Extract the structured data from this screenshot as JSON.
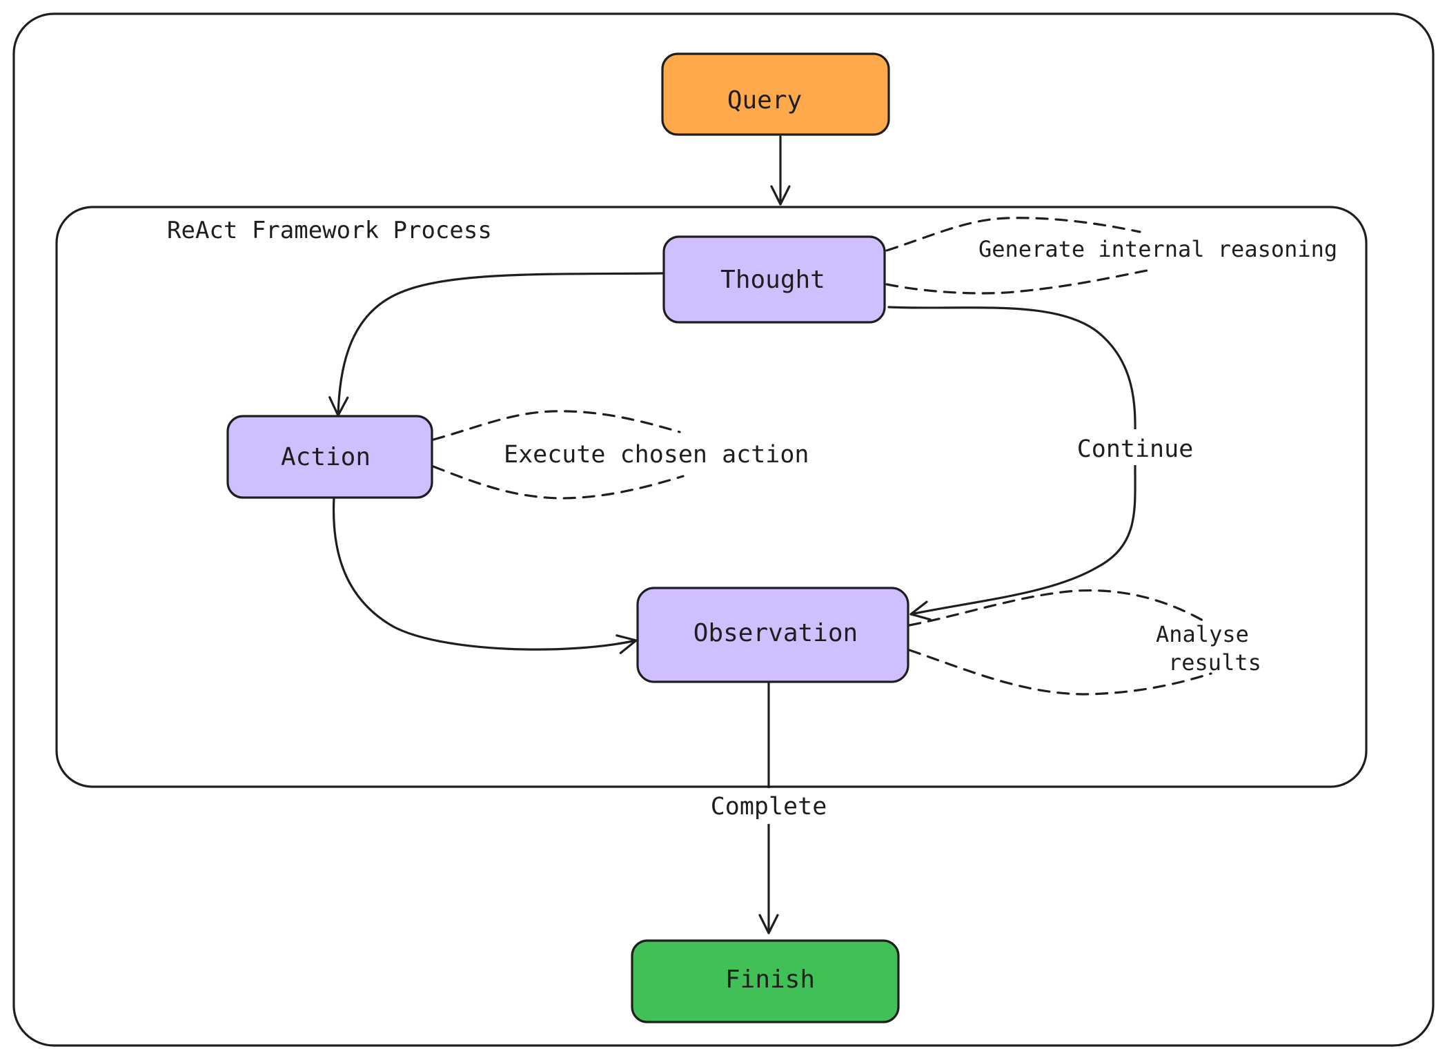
{
  "group": {
    "label": "ReAct Framework Process"
  },
  "nodes": {
    "query": {
      "label": "Query",
      "color": "#ffa94d"
    },
    "thought": {
      "label": "Thought",
      "color": "#d0bfff"
    },
    "action": {
      "label": "Action",
      "color": "#d0bfff"
    },
    "observation": {
      "label": "Observation",
      "color": "#d0bfff"
    },
    "finish": {
      "label": "Finish",
      "color": "#40c057"
    }
  },
  "notes": {
    "thought": "Generate internal reasoning",
    "action": "Execute chosen action",
    "observation_line1": "Analyse",
    "observation_line2": "results"
  },
  "edges": {
    "continue": "Continue",
    "complete": "Complete"
  },
  "colors": {
    "stroke": "#1e1e1e",
    "background": "#ffffff"
  }
}
